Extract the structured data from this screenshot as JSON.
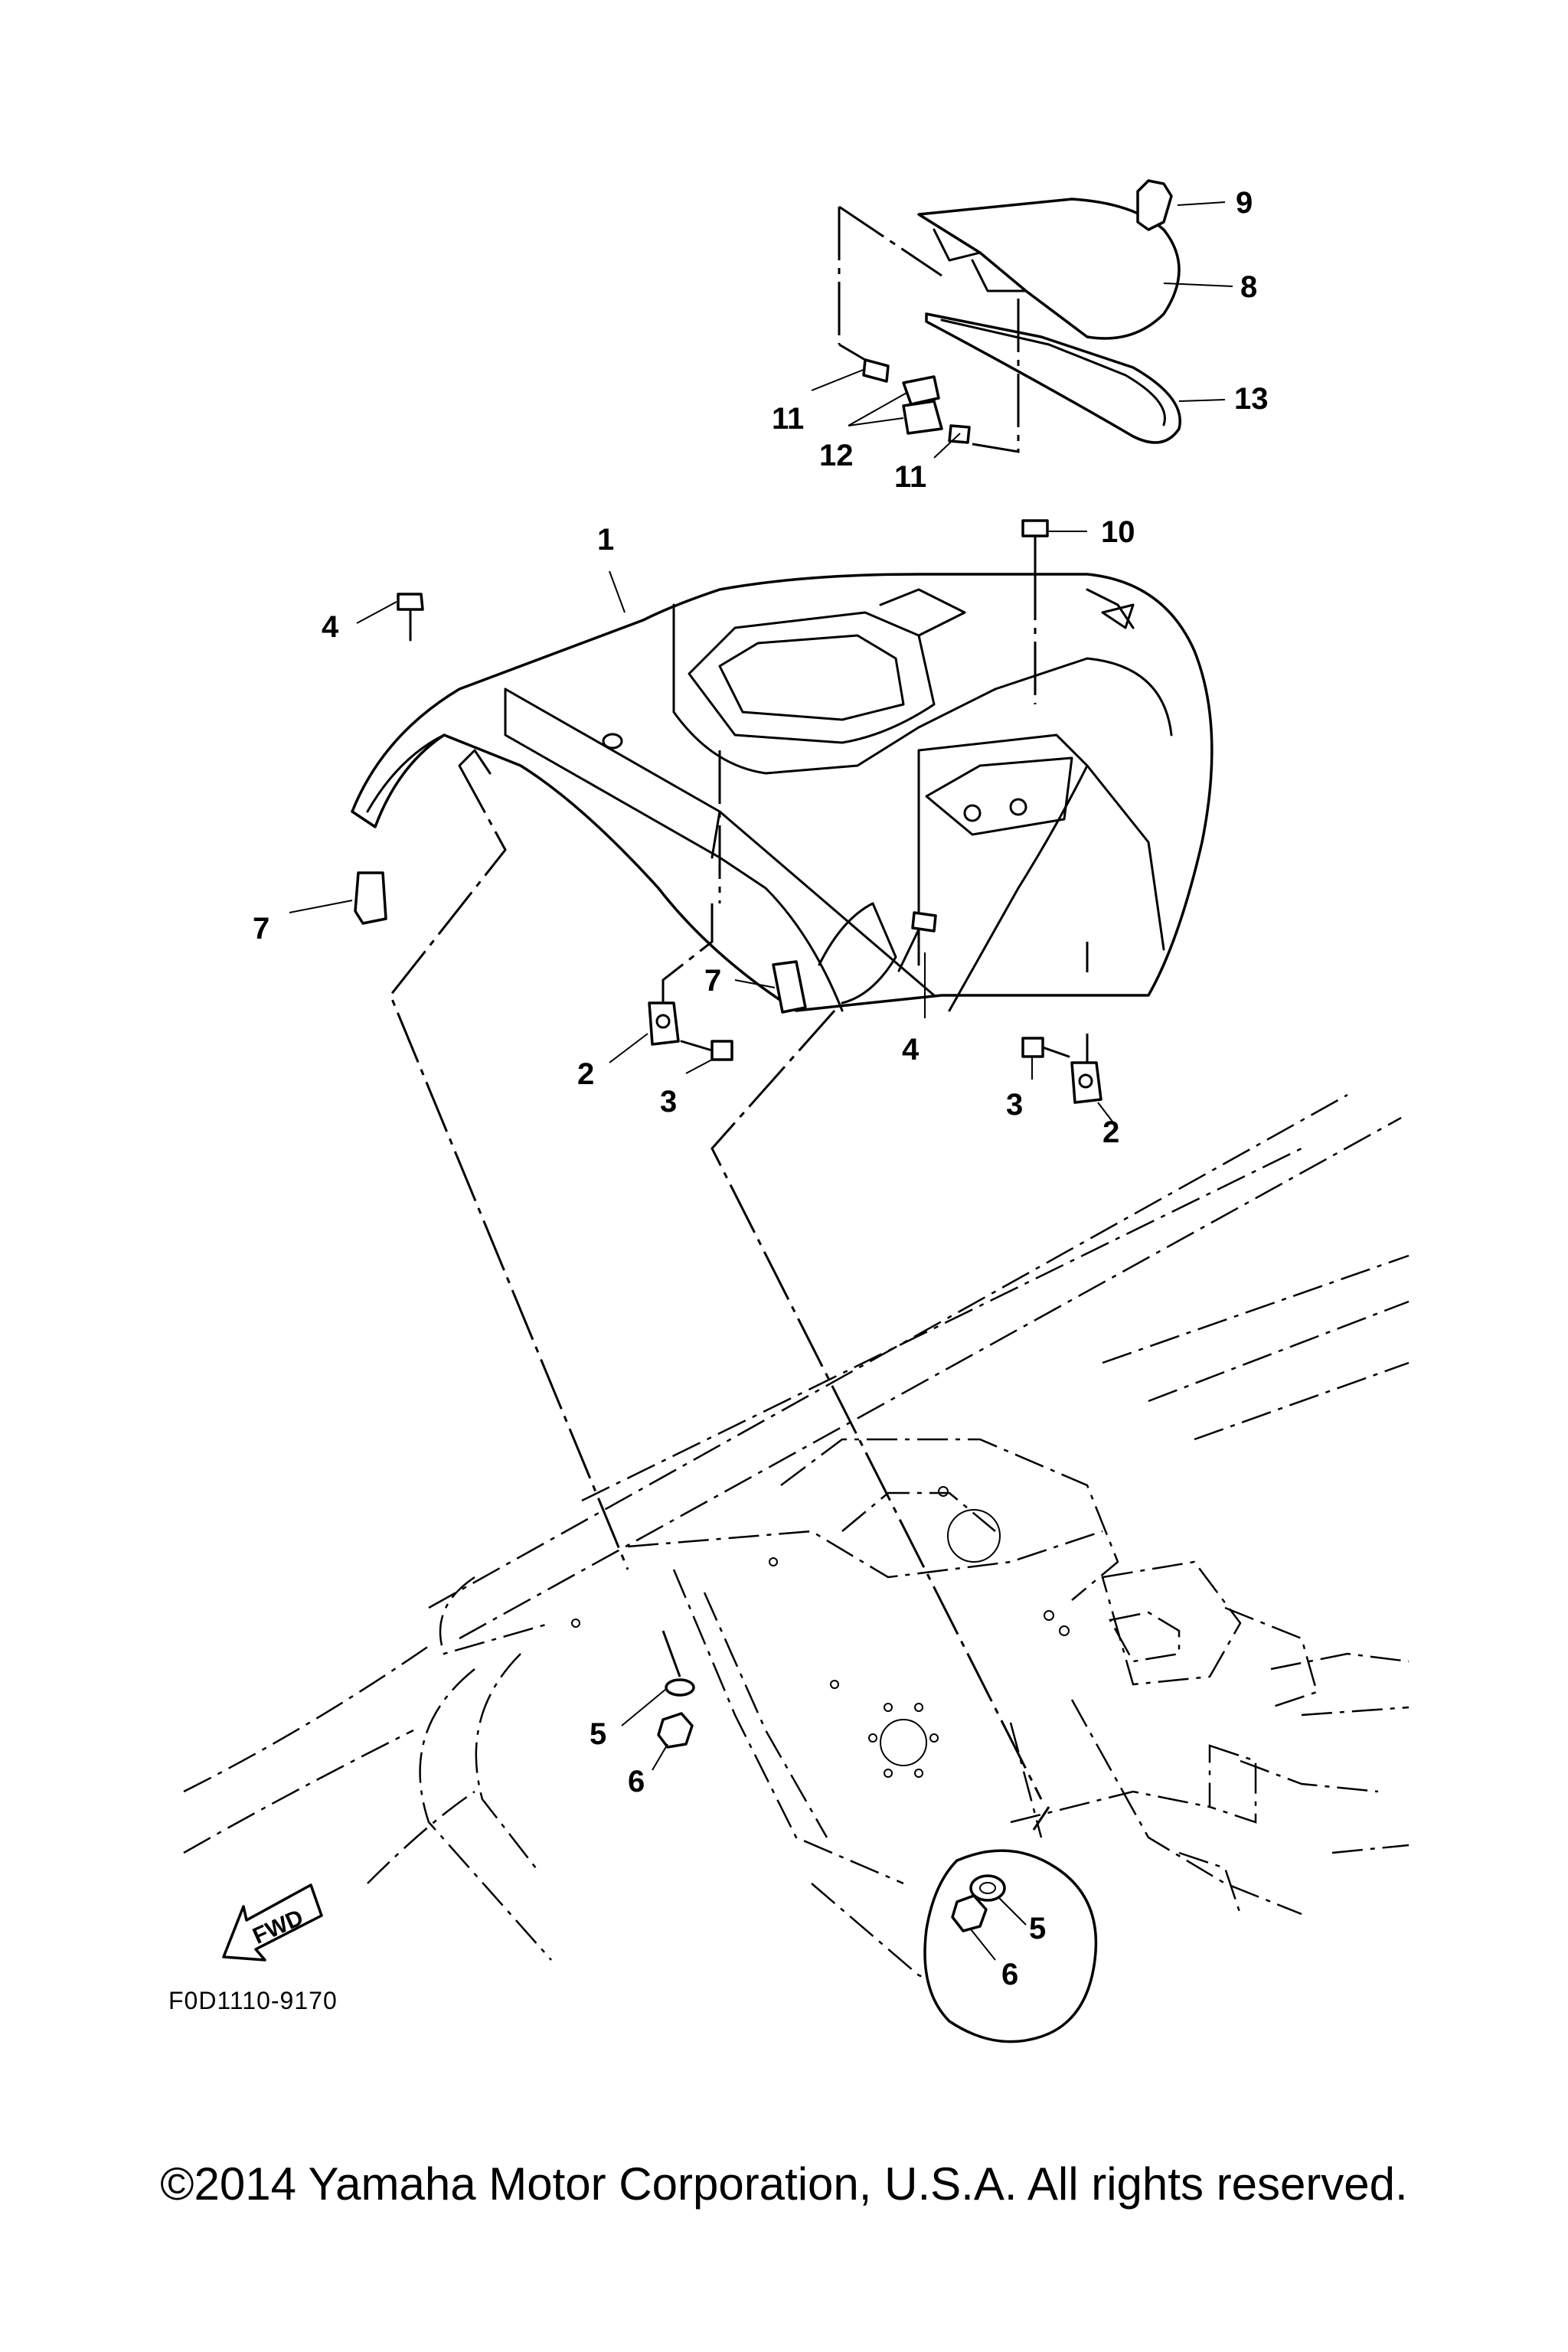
{
  "callouts": {
    "p1": "1",
    "p2a": "2",
    "p2b": "2",
    "p3a": "3",
    "p3b": "3",
    "p4a": "4",
    "p4b": "4",
    "p5a": "5",
    "p5b": "5",
    "p6a": "6",
    "p6b": "6",
    "p7a": "7",
    "p7b": "7",
    "p8": "8",
    "p9": "9",
    "p10": "10",
    "p11a": "11",
    "p11b": "11",
    "p12": "12",
    "p13": "13"
  },
  "fwd_label": "FWD",
  "figure_code": "F0D1110-9170",
  "copyright": "©2014 Yamaha Motor Corporation, U.S.A. All rights reserved."
}
